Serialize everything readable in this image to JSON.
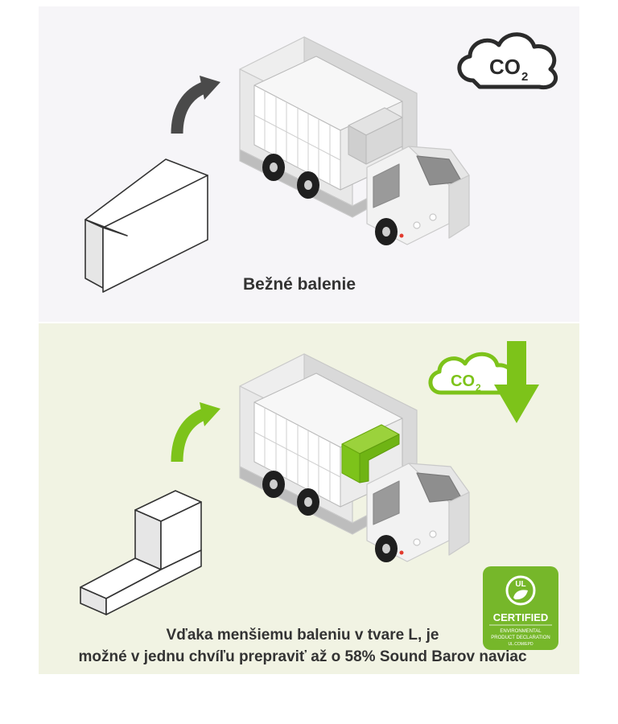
{
  "top": {
    "caption": "Bežné balenie",
    "co2_label": "CO",
    "co2_sub": "2"
  },
  "bottom": {
    "co2_label": "CO",
    "co2_sub": "2",
    "caption_line1": "Vďaka menšiemu baleniu v tvare L, je",
    "caption_line2": "možné v jednu chvíľu prepraviť až o 58% Sound Barov naviac",
    "badge": {
      "mark": "UL",
      "title": "CERTIFIED",
      "sub1": "ENVIRONMENTAL",
      "sub2": "PRODUCT DECLARATION",
      "sub3": "UL.COM/EPD"
    }
  },
  "colors": {
    "accent_green": "#7dc31a",
    "badge_green": "#76b72a",
    "arrow_gray": "#4a4a4a",
    "cloud_dark": "#2b2b2b"
  }
}
